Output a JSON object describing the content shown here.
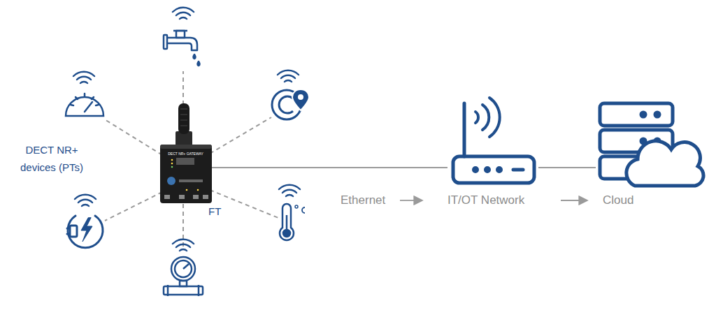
{
  "diagram": {
    "nodes": [
      {
        "text": [
          "DECT NR+ GATEWAY",
          "FT"
        ]
      },
      {
        "text": [
          "IT/OT Network"
        ]
      },
      {
        "text": [
          "Cloud"
        ]
      }
    ],
    "edges": [
      {
        "from": 0,
        "to": 1,
        "arrow": "none"
      },
      {
        "from": 1,
        "to": 2,
        "arrow": "none"
      }
    ],
    "labels": [
      "DECT NR+ devices (PTs)",
      "Ethernet"
    ]
  }
}
